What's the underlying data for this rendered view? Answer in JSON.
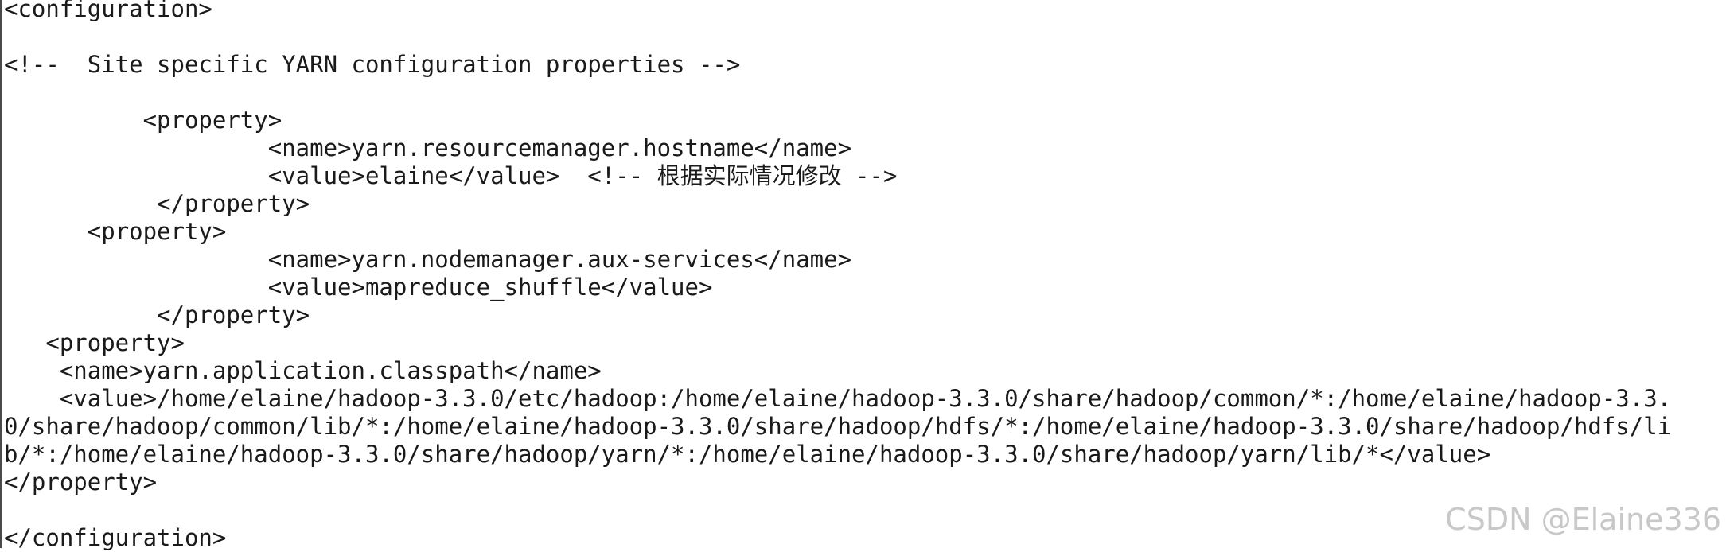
{
  "editor": {
    "lines": [
      "<configuration>",
      "",
      "<!--  Site specific YARN configuration properties -->",
      "",
      "          <property>",
      "                   <name>yarn.resourcemanager.hostname</name>",
      "                   <value>elaine</value>  <!-- 根据实际情况修改 -->",
      "           </property>",
      "      <property>",
      "                   <name>yarn.nodemanager.aux-services</name>",
      "                   <value>mapreduce_shuffle</value>",
      "           </property>",
      "   <property>",
      "    <name>yarn.application.classpath</name>",
      "    <value>/home/elaine/hadoop-3.3.0/etc/hadoop:/home/elaine/hadoop-3.3.0/share/hadoop/common/*:/home/elaine/hadoop-3.3.",
      "0/share/hadoop/common/lib/*:/home/elaine/hadoop-3.3.0/share/hadoop/hdfs/*:/home/elaine/hadoop-3.3.0/share/hadoop/hdfs/li",
      "b/*:/home/elaine/hadoop-3.3.0/share/hadoop/yarn/*:/home/elaine/hadoop-3.3.0/share/hadoop/yarn/lib/*</value>",
      "</property>",
      "",
      "</configuration>"
    ]
  },
  "watermark": {
    "text": "CSDN @Elaine336"
  }
}
